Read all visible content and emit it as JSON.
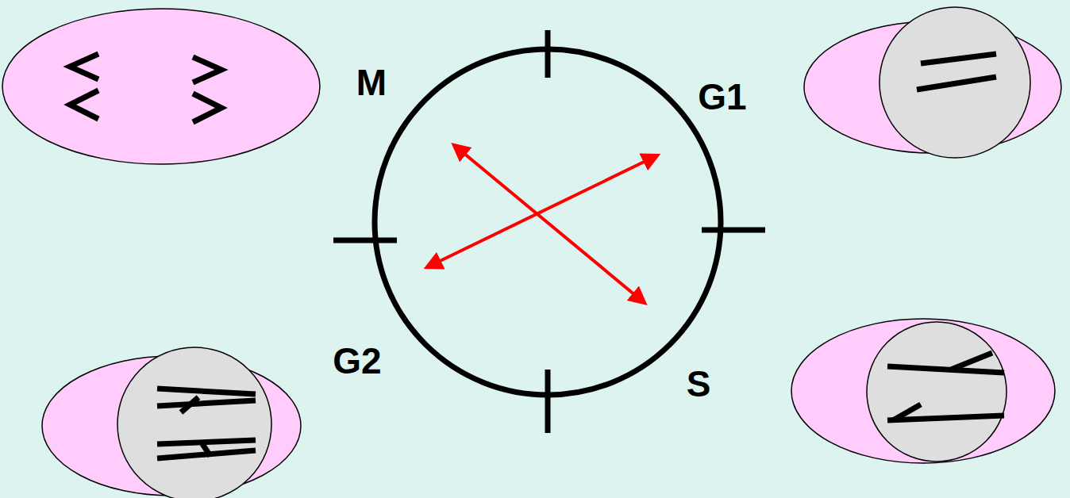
{
  "diagram": {
    "labels": [
      "M",
      "G1",
      "G2",
      "S"
    ]
  }
}
